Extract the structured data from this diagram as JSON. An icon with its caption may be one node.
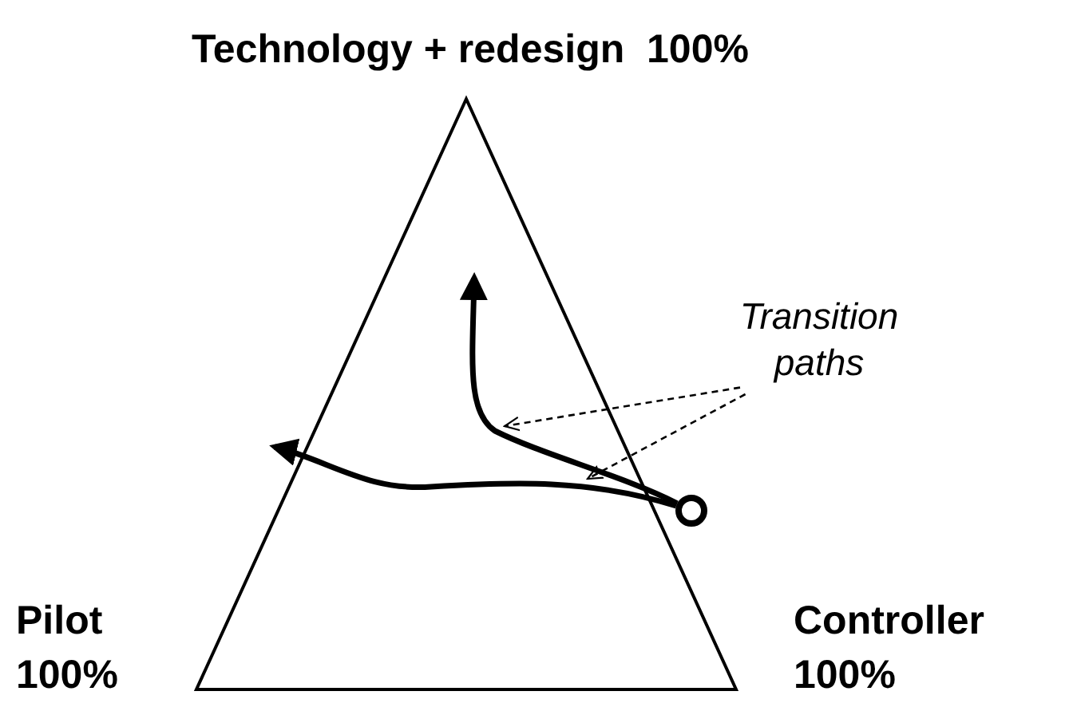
{
  "diagram": {
    "nodes": [
      {
        "text": [],
        "shape": "circle"
      },
      {
        "text": [
          "Transition paths"
        ]
      }
    ],
    "edges": [
      {
        "from": 0,
        "to": null,
        "arrow": "to",
        "style": "thick"
      },
      {
        "from": 0,
        "to": null,
        "arrow": "to",
        "style": "thick"
      },
      {
        "from": 1,
        "to": null,
        "arrow": "to",
        "style": "dashed"
      },
      {
        "from": 1,
        "to": null,
        "arrow": "to",
        "style": "dashed"
      }
    ],
    "labels": [
      "Technology + redesign  100%",
      "Pilot 100%",
      "Controller 100%"
    ]
  }
}
